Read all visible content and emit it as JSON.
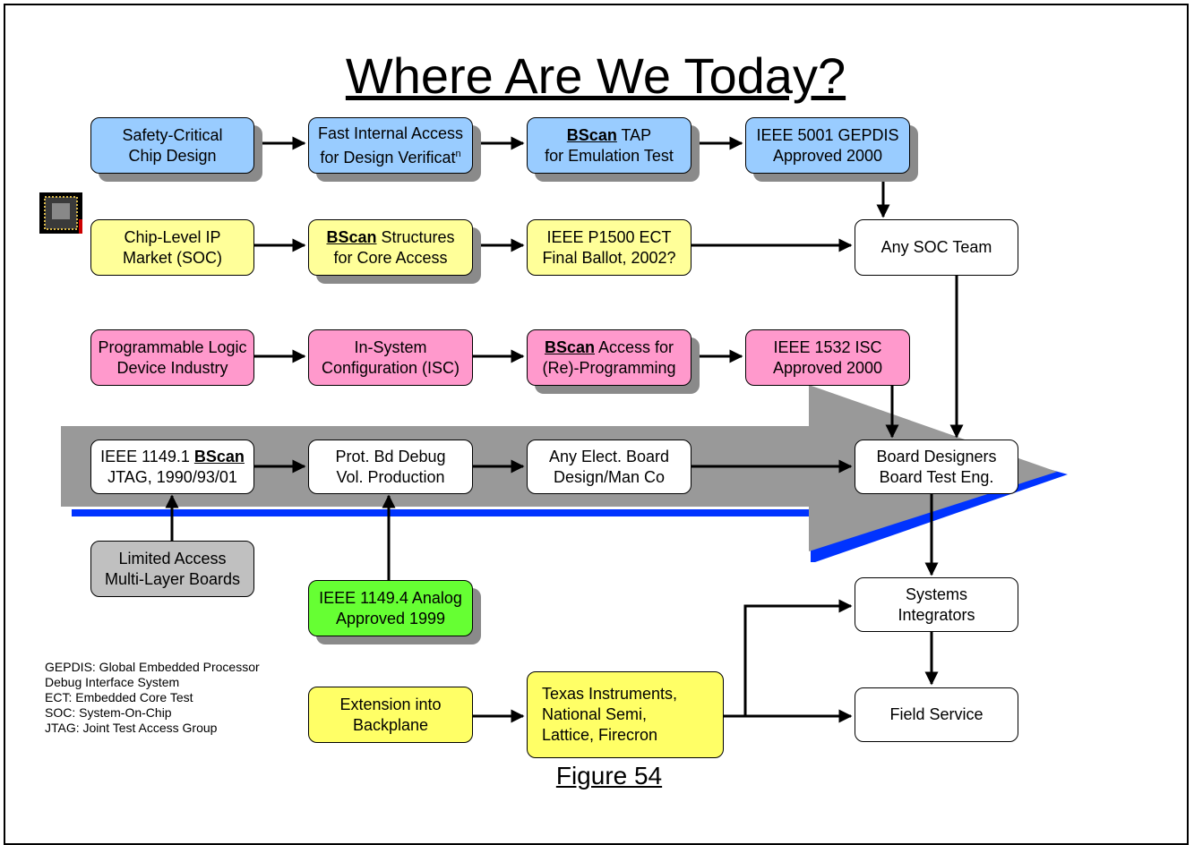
{
  "title": "Where Are We Today?",
  "figure_caption": "Figure 54",
  "boxes": {
    "safety": {
      "line1": "Safety-Critical",
      "line2": "Chip Design"
    },
    "fast": {
      "line1": "Fast Internal Access",
      "line2": "for Design Verificat",
      "sup": "n"
    },
    "bscan_tap": {
      "bold": "BScan",
      "line1_rest": " TAP",
      "line2": "for Emulation Test"
    },
    "ieee5001": {
      "line1": "IEEE 5001 GEPDIS",
      "line2": "Approved 2000"
    },
    "chip_ip": {
      "line1": "Chip-Level IP",
      "line2": "Market (SOC)"
    },
    "bscan_struct": {
      "bold": "BScan",
      "line1_rest": " Structures",
      "line2": "for Core Access"
    },
    "p1500": {
      "line1": "IEEE P1500 ECT",
      "line2": "Final Ballot, 2002?"
    },
    "any_soc": {
      "line1": "Any SOC Team"
    },
    "prog_logic": {
      "line1": "Programmable Logic",
      "line2": "Device Industry"
    },
    "in_system": {
      "line1": "In-System",
      "line2": "Configuration (ISC)"
    },
    "bscan_access": {
      "bold": "BScan",
      "line1_rest": " Access for",
      "line2": "(Re)-Programming"
    },
    "ieee1532": {
      "line1": "IEEE 1532 ISC",
      "line2": "Approved 2000"
    },
    "ieee1149": {
      "line1_pre": "IEEE 1149.1 ",
      "bold": "BScan",
      "line2": "JTAG, 1990/93/01"
    },
    "prot_bd": {
      "line1": "Prot. Bd Debug",
      "line2": "Vol. Production"
    },
    "any_elect": {
      "line1": "Any Elect. Board",
      "line2": "Design/Man Co"
    },
    "board_designers": {
      "line1": "Board Designers",
      "line2": "Board Test Eng."
    },
    "limited": {
      "line1": "Limited Access",
      "line2": "Multi-Layer Boards"
    },
    "analog": {
      "line1": "IEEE 1149.4 Analog",
      "line2": "Approved 1999"
    },
    "systems": {
      "line1": "Systems",
      "line2": "Integrators"
    },
    "extension": {
      "line1": "Extension into",
      "line2": "Backplane"
    },
    "vendors": {
      "line1": "Texas Instruments,",
      "line2": "National Semi,",
      "line3": "Lattice, Firecron"
    },
    "field": {
      "line1": "Field Service"
    }
  },
  "legend": [
    "GEPDIS:  Global Embedded Processor",
    "Debug Interface System",
    "ECT: Embedded Core Test",
    "SOC: System-On-Chip",
    "JTAG: Joint Test Access Group"
  ],
  "colors": {
    "blue_box": "#99ccff",
    "yellow_box": "#ffff99",
    "pink_box": "#ff99cc",
    "gray_box": "#c0c0c0",
    "green_box": "#66ff33",
    "big_arrow_gray": "#999999",
    "big_arrow_blue": "#0033ff"
  },
  "icons": [
    "chip-icon"
  ]
}
